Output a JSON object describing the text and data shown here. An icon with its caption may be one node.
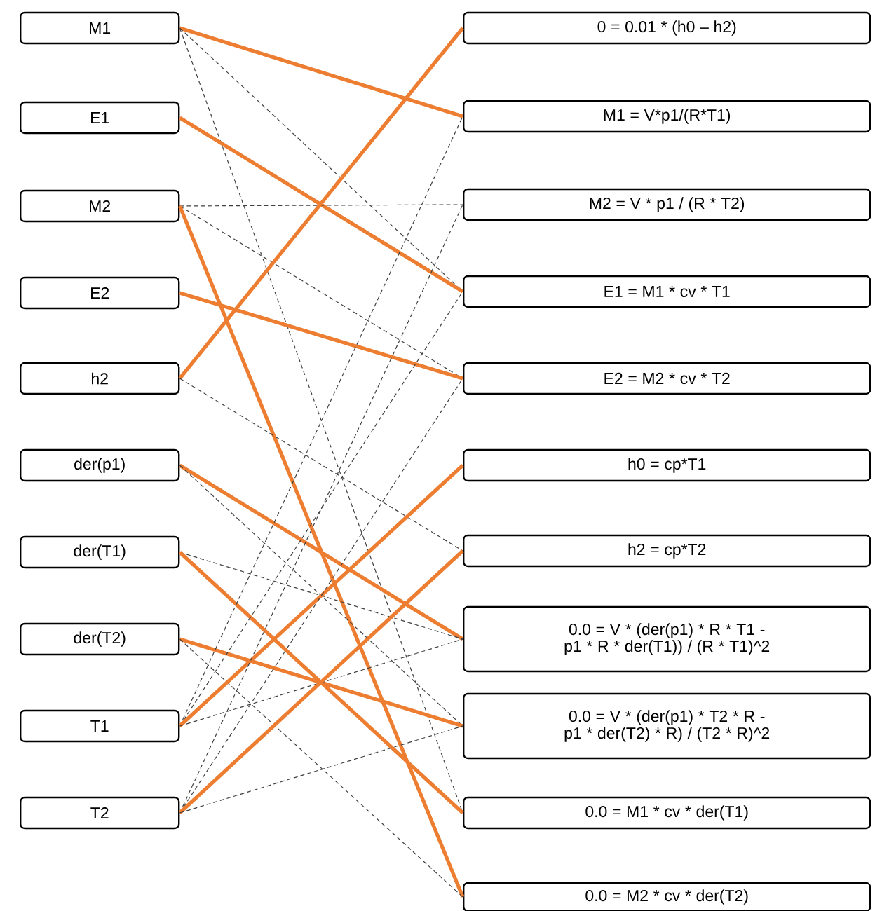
{
  "diagram": {
    "nodes": [
      {
        "text": [
          "M1"
        ]
      },
      {
        "text": [
          "E1"
        ]
      },
      {
        "text": [
          "M2"
        ]
      },
      {
        "text": [
          "E2"
        ]
      },
      {
        "text": [
          "h2"
        ]
      },
      {
        "text": [
          "der(p1)"
        ]
      },
      {
        "text": [
          "der(T1)"
        ]
      },
      {
        "text": [
          "der(T2)"
        ]
      },
      {
        "text": [
          "T1"
        ]
      },
      {
        "text": [
          "T2"
        ]
      },
      {
        "text": [
          "0 = 0.01 * (h0 – h2)"
        ]
      },
      {
        "text": [
          "M1 = V*p1/(R*T1)"
        ]
      },
      {
        "text": [
          "M2 = V * p1 / (R * T2)"
        ]
      },
      {
        "text": [
          "E1 = M1 * cv * T1"
        ]
      },
      {
        "text": [
          "E2 = M2 * cv * T2"
        ]
      },
      {
        "text": [
          "h0 = cp*T1"
        ]
      },
      {
        "text": [
          "h2 = cp*T2"
        ]
      },
      {
        "text": [
          "0.0 = V * (der(p1) * R * T1 - p1 * R * der(T1)) / (R * T1)^2"
        ]
      },
      {
        "text": [
          "0.0 = V * (der(p1) * T2 * R - p1 * der(T2) * R) / (T2 * R)^2"
        ]
      },
      {
        "text": [
          "0.0 = M1 * cv * der(T1)"
        ]
      },
      {
        "text": [
          "0.0 = M2 * cv * der(T2)"
        ]
      }
    ],
    "edges": [
      {
        "from": 0,
        "to": 11,
        "arrow": "none",
        "style": "thick",
        "color": "#ed7d31"
      },
      {
        "from": 0,
        "to": 13,
        "arrow": "none",
        "style": "dashed"
      },
      {
        "from": 0,
        "to": 19,
        "arrow": "none",
        "style": "dashed"
      },
      {
        "from": 1,
        "to": 13,
        "arrow": "none",
        "style": "thick",
        "color": "#ed7d31"
      },
      {
        "from": 2,
        "to": 12,
        "arrow": "none",
        "style": "dashed"
      },
      {
        "from": 2,
        "to": 14,
        "arrow": "none",
        "style": "dashed"
      },
      {
        "from": 2,
        "to": 20,
        "arrow": "none",
        "style": "thick",
        "color": "#ed7d31"
      },
      {
        "from": 3,
        "to": 14,
        "arrow": "none",
        "style": "thick",
        "color": "#ed7d31"
      },
      {
        "from": 4,
        "to": 10,
        "arrow": "none",
        "style": "thick",
        "color": "#ed7d31"
      },
      {
        "from": 4,
        "to": 16,
        "arrow": "none",
        "style": "dashed"
      },
      {
        "from": 5,
        "to": 17,
        "arrow": "none",
        "style": "thick",
        "color": "#ed7d31"
      },
      {
        "from": 5,
        "to": 18,
        "arrow": "none",
        "style": "dashed"
      },
      {
        "from": 6,
        "to": 17,
        "arrow": "none",
        "style": "dashed"
      },
      {
        "from": 6,
        "to": 19,
        "arrow": "none",
        "style": "thick",
        "color": "#ed7d31"
      },
      {
        "from": 7,
        "to": 18,
        "arrow": "none",
        "style": "thick",
        "color": "#ed7d31"
      },
      {
        "from": 7,
        "to": 20,
        "arrow": "none",
        "style": "dashed"
      },
      {
        "from": 8,
        "to": 11,
        "arrow": "none",
        "style": "dashed"
      },
      {
        "from": 8,
        "to": 13,
        "arrow": "none",
        "style": "dashed"
      },
      {
        "from": 8,
        "to": 15,
        "arrow": "none",
        "style": "thick",
        "color": "#ed7d31"
      },
      {
        "from": 8,
        "to": 17,
        "arrow": "none",
        "style": "dashed"
      },
      {
        "from": 9,
        "to": 12,
        "arrow": "none",
        "style": "dashed"
      },
      {
        "from": 9,
        "to": 14,
        "arrow": "none",
        "style": "dashed"
      },
      {
        "from": 9,
        "to": 16,
        "arrow": "none",
        "style": "thick",
        "color": "#ed7d31"
      },
      {
        "from": 9,
        "to": 18,
        "arrow": "none",
        "style": "dashed"
      }
    ]
  }
}
